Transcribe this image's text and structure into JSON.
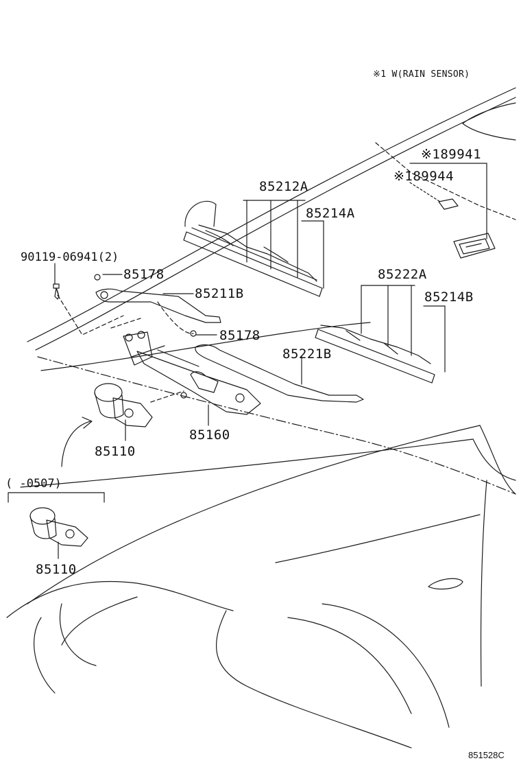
{
  "note": "※1 W(RAIN SENSOR)",
  "labels": {
    "rain_sensor_1": "※189941",
    "rain_sensor_2": "※189944",
    "blade_a": "85212A",
    "refill_a": "85214A",
    "bolt": "90119-06941(2)",
    "cap_1": "85178",
    "arm_right": "85211B",
    "cap_2": "85178",
    "blade_b": "85222A",
    "refill_b": "85214B",
    "arm_left": "85221B",
    "link": "85160",
    "motor": "85110",
    "motor_alt": "85110"
  },
  "date_range": "(     -0507)",
  "drawing_code": "851528C"
}
